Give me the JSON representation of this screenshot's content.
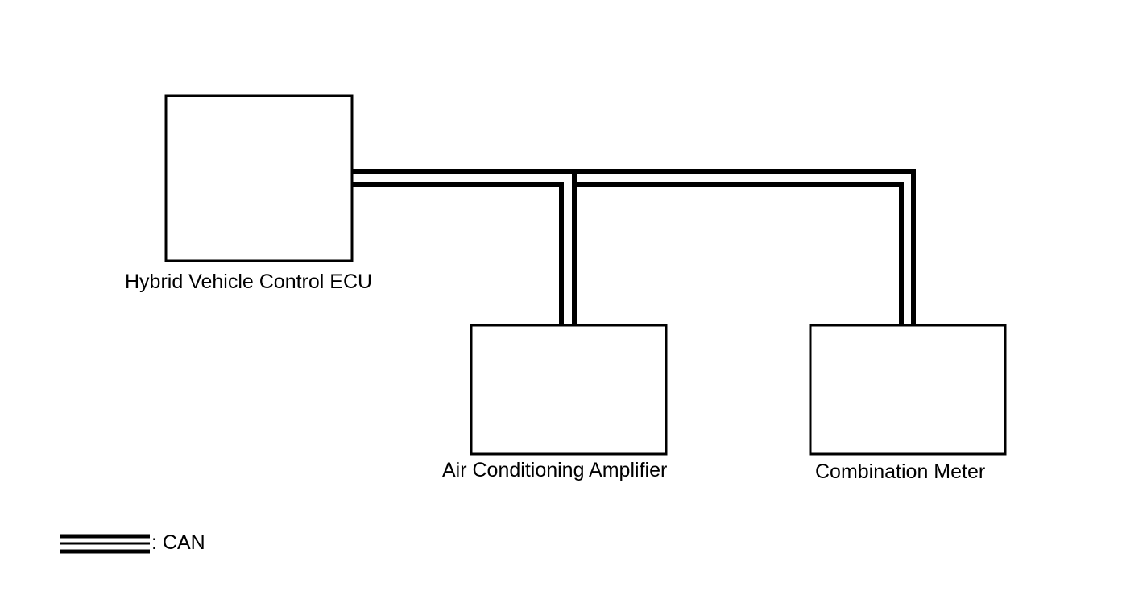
{
  "colors": {
    "line": "#000000",
    "background": "#ffffff"
  },
  "ecus": {
    "hv": {
      "label": "Hybrid Vehicle Control ECU"
    },
    "ac": {
      "label": "Air Conditioning Amplifier"
    },
    "meter": {
      "label": "Combination Meter"
    }
  },
  "legend": {
    "label": ": CAN"
  }
}
